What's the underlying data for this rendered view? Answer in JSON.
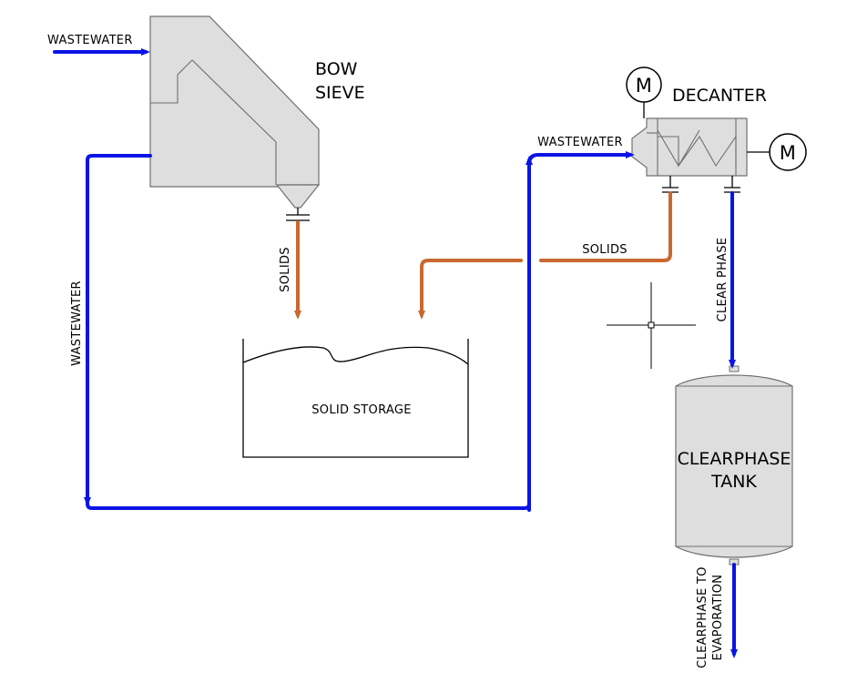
{
  "colors": {
    "wastewater_line": "#0a14e6",
    "solids_line": "#c8692f",
    "equipment_fill": "#dedede",
    "equipment_outline": "#707070"
  },
  "equipment": {
    "bow_sieve": [
      "BOW",
      "SIEVE"
    ],
    "decanter": "DECANTER",
    "solid_storage": "SOLID STORAGE",
    "clearphase_tank": [
      "CLEARPHASE",
      "TANK"
    ],
    "motor_symbol": "M"
  },
  "streams": {
    "wastewater_inlet": "WASTEWATER",
    "wastewater_return": "WASTEWATER",
    "wastewater_to_decanter": "WASTEWATER",
    "solids_from_sieve": "SOLIDS",
    "solids_from_decanter": "SOLIDS",
    "clear_phase": "CLEAR PHASE",
    "clearphase_to_evaporation": [
      "CLEARPHASE TO",
      "EVAPORATION"
    ]
  }
}
